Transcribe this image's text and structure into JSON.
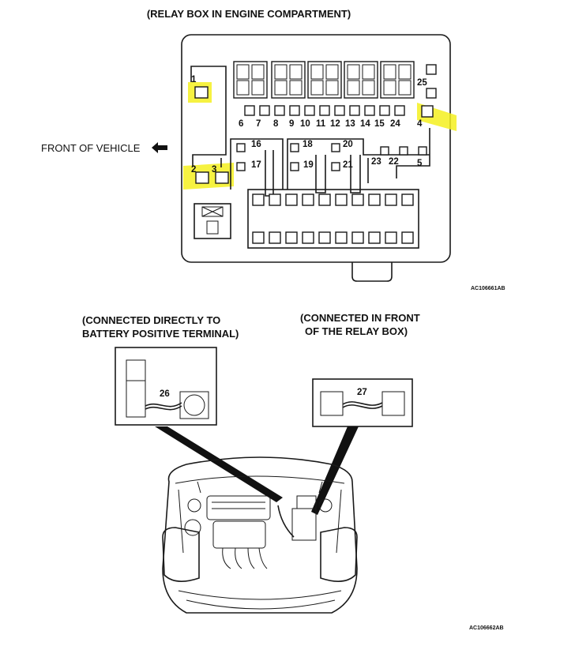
{
  "title": "(RELAY BOX IN ENGINE COMPARTMENT)",
  "front_label": "FRONT OF VEHICLE",
  "code_top": "AC106661AB",
  "code_bottom": "AC106662AB",
  "battery_label": [
    "(CONNECTED DIRECTLY TO",
    "BATTERY POSITIVE TERMINAL)"
  ],
  "relaybox_label": [
    "(CONNECTED IN FRONT",
    "OF THE RELAY BOX)"
  ],
  "numbers": {
    "n1": "1",
    "n2": "2",
    "n3": "3",
    "n4": "4",
    "n5": "5",
    "n6": "6",
    "n7": "7",
    "n8": "8",
    "n9": "9",
    "n10": "10",
    "n11": "11",
    "n12": "12",
    "n13": "13",
    "n14": "14",
    "n15": "15",
    "n16": "16",
    "n17": "17",
    "n18": "18",
    "n19": "19",
    "n20": "20",
    "n21": "21",
    "n22": "22",
    "n23": "23",
    "n24": "24",
    "n25": "25",
    "n26": "26",
    "n27": "27"
  },
  "highlight_color": "#f5f020"
}
